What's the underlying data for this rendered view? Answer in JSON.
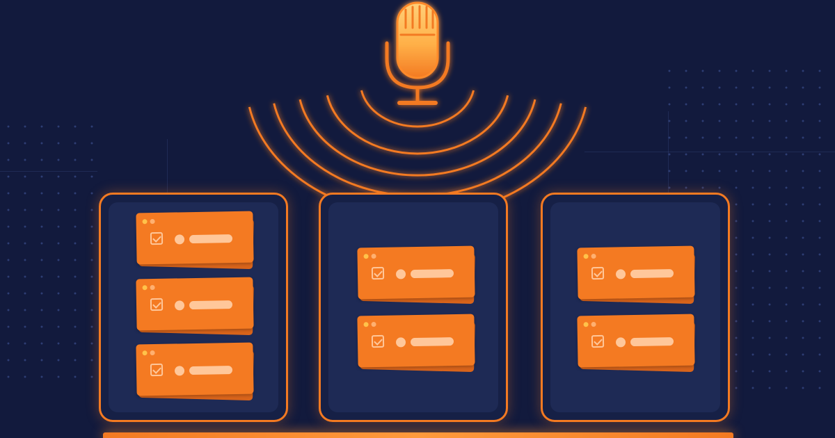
{
  "colors": {
    "background": "#121a3d",
    "accent": "#f37a22",
    "panel_fill": "#1e2a55",
    "card_fill": "#f47a22",
    "card_detail": "#ffc79a"
  },
  "icons": {
    "microphone": "microphone-icon",
    "sound_waves": "sound-wave-icon",
    "task_check": "checkbox-checked-icon"
  },
  "columns": [
    {
      "cards": 3
    },
    {
      "cards": 2
    },
    {
      "cards": 2
    }
  ]
}
